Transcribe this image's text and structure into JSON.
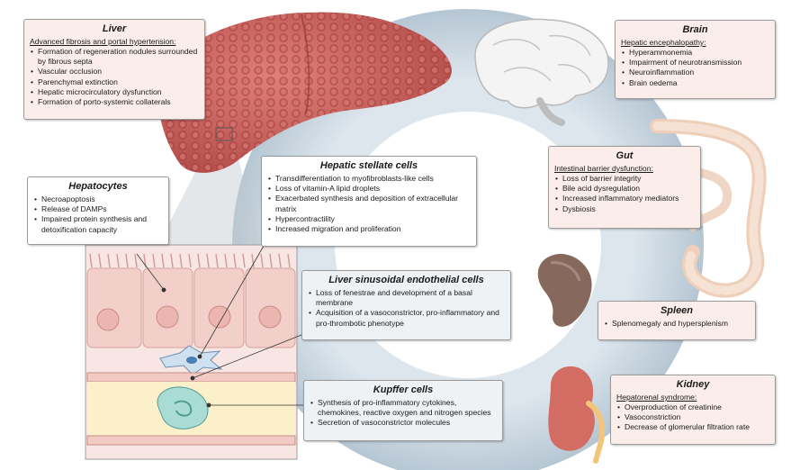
{
  "liver": {
    "title": "Liver",
    "subtitle": "Advanced fibrosis and portal hypertension:",
    "items": [
      "Formation of regeneration nodules surrounded by fibrous septa",
      "Vascular occlusion",
      "Parenchymal extinction",
      "Hepatic microcirculatory dysfunction",
      "Formation of porto-systemic collaterals"
    ]
  },
  "brain": {
    "title": "Brain",
    "subtitle": "Hepatic encephalopathy:",
    "items": [
      "Hyperammonemia",
      "Impairment of neurotransmission",
      "Neuroinflammation",
      "Brain oedema"
    ]
  },
  "gut": {
    "title": "Gut",
    "subtitle": "Intestinal barrier dysfunction:",
    "items": [
      "Loss of barrier integrity",
      "Bile acid dysregulation",
      "Increased inflammatory mediators",
      "Dysbiosis"
    ]
  },
  "spleen": {
    "title": "Spleen",
    "items": [
      "Splenomegaly and hypersplenism"
    ]
  },
  "kidney": {
    "title": "Kidney",
    "subtitle": "Hepatorenal syndrome:",
    "items": [
      "Overproduction of creatinine",
      "Vasoconstriction",
      "Decrease of glomerular filtration rate"
    ]
  },
  "hepatocytes": {
    "title": "Hepatocytes",
    "items": [
      "Necroapoptosis",
      "Release of DAMPs",
      "Impaired protein synthesis and detoxification capacity"
    ]
  },
  "stellate": {
    "title": "Hepatic stellate cells",
    "items": [
      "Transdifferentiation to myofibroblasts-like cells",
      "Loss of vitamin-A lipid droplets",
      "Exacerbated synthesis and deposition of extracellular matrix",
      "Hypercontractility",
      "Increased migration and proliferation"
    ]
  },
  "lsec": {
    "title": "Liver sinusoidal endothelial cells",
    "items": [
      "Loss of fenestrae and development of a basal membrane",
      "Acquisition of a vasoconstrictor, pro-inflammatory and pro-thrombotic phenotype"
    ]
  },
  "kupffer": {
    "title": "Kupffer cells",
    "items": [
      "Synthesis of pro-inflammatory cytokines, chemokines, reactive oxygen and nitrogen species",
      "Secretion of vasoconstrictor molecules"
    ]
  },
  "colors": {
    "panel_pink": "#fbeeea",
    "panel_blue": "#eef2f5",
    "ring": "#cbd8e2",
    "liver": "#c9605c",
    "kidney": "#d06a62",
    "spleen": "#8a6a5e"
  }
}
